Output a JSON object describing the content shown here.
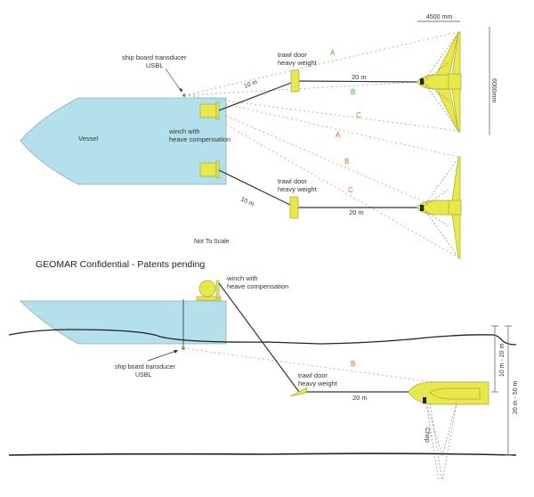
{
  "diagram": {
    "top_view": {
      "vessel_label": "Vessel",
      "transducer_label_line1": "ship board transducer",
      "transducer_label_line2": "USBL",
      "winch_label_line1": "winch with",
      "winch_label_line2": "heave compensation",
      "trawl_door_upper_line1": "trawl door",
      "trawl_door_upper_line2": "heavy weight",
      "trawl_door_lower_line1": "trawl door",
      "trawl_door_lower_line2": "heavy weight",
      "cable_upper_short": "10 m",
      "cable_upper_long": "20 m",
      "cable_lower_short": "10 m",
      "cable_lower_long": "20 m",
      "width_dimension": "4500 mm",
      "span_dimension": "6000mm",
      "not_to_scale": "Not To Scale",
      "beams_upper": [
        "A",
        "B",
        "C"
      ],
      "beams_lower": [
        "A",
        "B",
        "C"
      ]
    },
    "confidential_notice": "GEOMAR Confidential - Patents pending",
    "side_view": {
      "winch_label_line1": "winch with",
      "winch_label_line2": "heave compensation",
      "transducer_label_line1": "ship board transducer",
      "transducer_label_line2": "USBL",
      "trawl_door_line1": "trawl door",
      "trawl_door_line2": "heavy weight",
      "cable_long": "20 m",
      "beam": "B",
      "chirp_label": "Chirp",
      "depth_towfish": "10 m - 20 m",
      "depth_seafloor": "20 m - 50 m"
    },
    "colors": {
      "hull": "#b3e0ea",
      "equipment": "#e8e84a",
      "beam_green": "#3fae3f",
      "beam_red": "#f0603a"
    }
  }
}
